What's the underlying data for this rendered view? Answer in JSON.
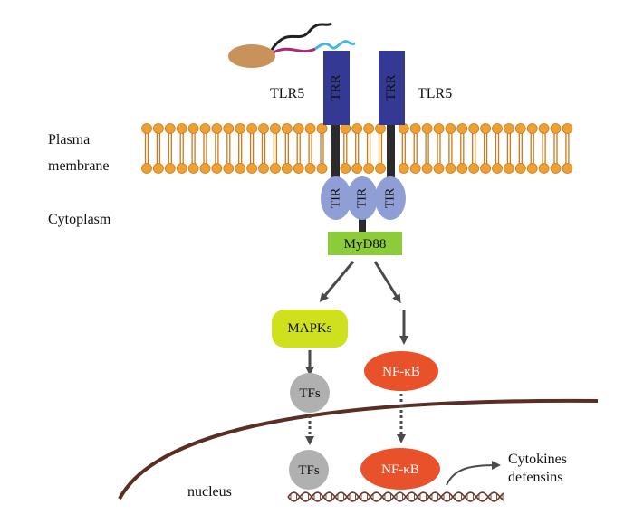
{
  "labels": {
    "tlr5_left": "TLR5",
    "tlr5_right": "TLR5",
    "trr": "TRR",
    "tir": "TIR",
    "plasma": "Plasma",
    "membrane": "membrane",
    "cytoplasm": "Cytoplasm",
    "myd88": "MyD88",
    "mapks": "MAPKs",
    "nfkb_top": "NF-κB",
    "tfs_top": "TFs",
    "tfs_bottom": "TFs",
    "nfkb_bottom": "NF-κB",
    "cytokines": "Cytokines",
    "defensins": "defensins",
    "nucleus": "nucleus"
  },
  "colors": {
    "receptor": "#343a94",
    "receptor_stem": "#2b2b2b",
    "tir": "#8f9fd6",
    "lipid_head": "#f0a032",
    "lipid_tail": "#c97a1a",
    "myd88": "#8ccc3a",
    "mapks": "#cfe01c",
    "nfkb": "#e8512a",
    "tfs": "#b0b0b0",
    "nucleus_membrane": "#5a2e22",
    "dna": "#6b3a2e",
    "bacterium": "#c8925a",
    "flagellum_dark": "#222222",
    "flagellum_magenta": "#b0257a",
    "flagellum_cyan": "#48b6d8"
  }
}
